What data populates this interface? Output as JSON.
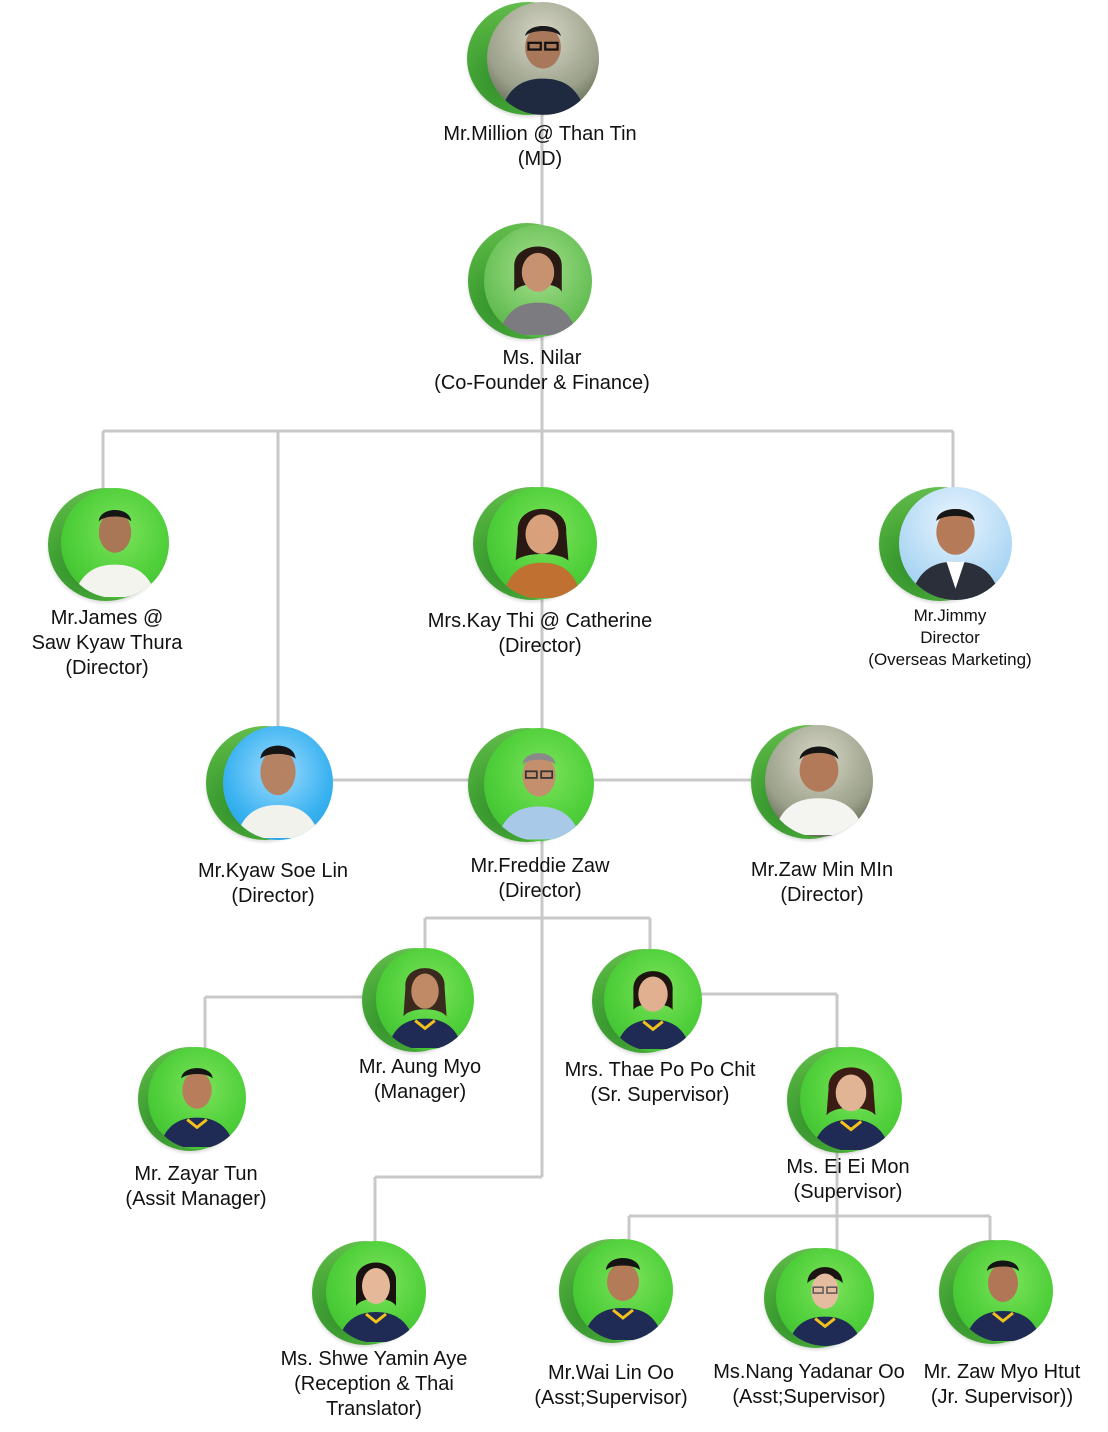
{
  "people": {
    "md": {
      "name": "Mr.Million @ Than Tin",
      "role": "(MD)"
    },
    "nilar": {
      "name": "Ms. Nilar",
      "role": "(Co-Founder & Finance)"
    },
    "james": {
      "name_line1": "Mr.James @",
      "name_line2": "Saw Kyaw Thura",
      "role": "(Director)"
    },
    "kaythi": {
      "name": "Mrs.Kay Thi @ Catherine",
      "role": "(Director)"
    },
    "jimmy": {
      "name": "Mr.Jimmy",
      "title": "Director",
      "role": "(Overseas Marketing)"
    },
    "kyawsoelin": {
      "name": "Mr.Kyaw Soe Lin",
      "role": "(Director)"
    },
    "freddie": {
      "name": "Mr.Freddie Zaw",
      "role": "(Director)"
    },
    "zawminmin": {
      "name": "Mr.Zaw Min MIn",
      "role": "(Director)"
    },
    "aungmyo": {
      "name": "Mr. Aung Myo",
      "role": "(Manager)"
    },
    "thae": {
      "name": "Mrs. Thae Po Po Chit",
      "role": "(Sr. Supervisor)"
    },
    "zayartun": {
      "name": "Mr. Zayar Tun",
      "role": "(Assit Manager)"
    },
    "eieimon": {
      "name": "Ms. Ei Ei Mon",
      "role": "(Supervisor)"
    },
    "shweyamin": {
      "name": "Ms. Shwe Yamin Aye",
      "role_line1": "(Reception & Thai",
      "role_line2": "Translator)"
    },
    "wailinoo": {
      "name": "Mr.Wai Lin Oo",
      "role": "(Asst;Supervisor)"
    },
    "nangyadanar": {
      "name": "Ms.Nang Yadanar Oo",
      "role": "(Asst;Supervisor)"
    },
    "zawmyohtut": {
      "name": "Mr. Zaw Myo Htut",
      "role": "(Jr. Supervisor))"
    }
  },
  "colors": {
    "connector": "#c8c8c8",
    "ring_dark": "#2f8f2a",
    "ring_light": "#7fd066",
    "backdrop_green": "#4fcf3a",
    "backdrop_blue": "#39b2f0",
    "uniform_navy": "#1f2a55",
    "collar_yellow": "#f2c21b"
  }
}
